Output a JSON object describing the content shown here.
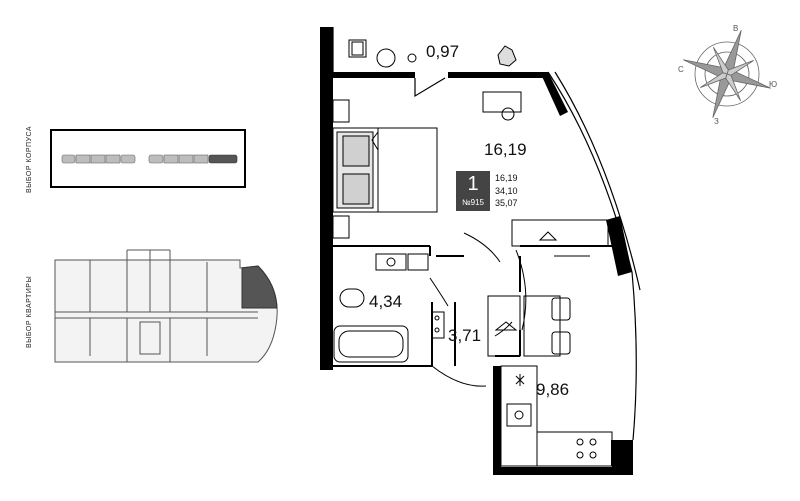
{
  "selectors": {
    "building_label": "ВЫБОР КОРПУСА",
    "apartment_label": "ВЫБОР КВАРТИРЫ"
  },
  "plan": {
    "rooms": {
      "balcony": "0,97",
      "living_room": "16,19",
      "bathroom": "4,34",
      "hallway": "3,71",
      "kitchen": "9,86"
    },
    "summary": {
      "rooms_count": "1",
      "apartment_number": "№915",
      "areas": [
        "16,19",
        "34,10",
        "35,07"
      ]
    }
  },
  "compass": {
    "north": "В",
    "east": "Ю",
    "south": "З",
    "west": "С"
  },
  "colors": {
    "wall": "#000000",
    "selected_section": "#555555",
    "badge_bg": "#444444"
  }
}
